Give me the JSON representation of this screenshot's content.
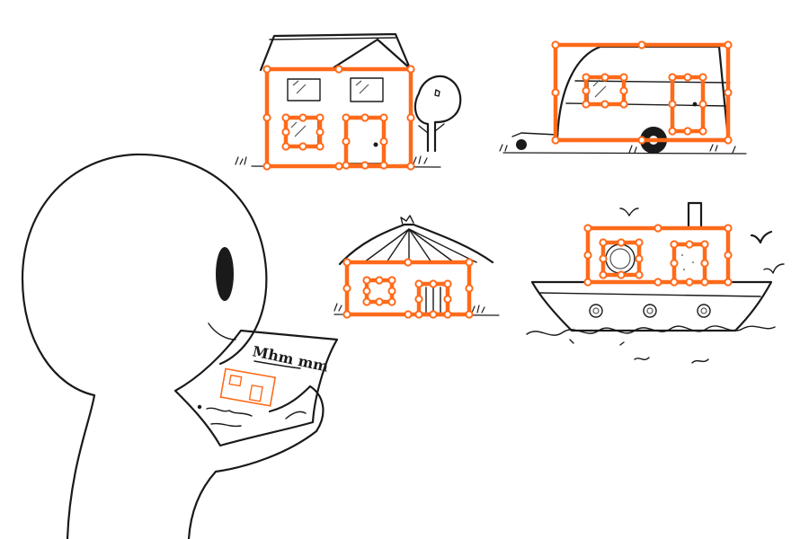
{
  "colors": {
    "accent": "#ff6a1a",
    "ink": "#1a1a1a",
    "background": "#ffffff"
  },
  "paper": {
    "heading": "Mhm mm"
  },
  "icons": [
    "character-head",
    "eye",
    "paper-sheet",
    "house",
    "tree",
    "camper-trailer",
    "hut",
    "ship",
    "bird",
    "waves"
  ]
}
